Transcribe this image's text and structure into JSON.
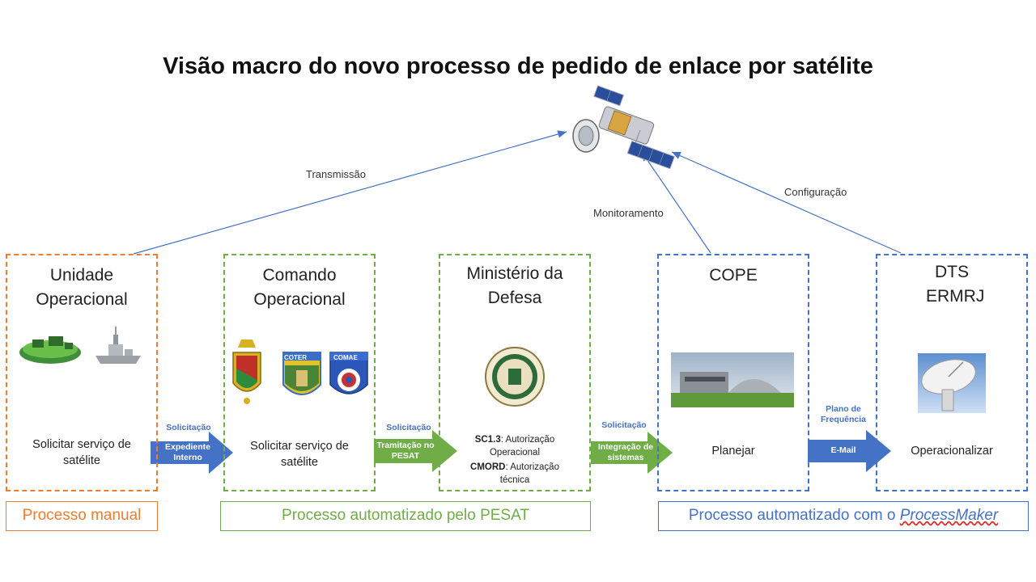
{
  "title": "Visão macro do novo processo de pedido de enlace por satélite",
  "links": {
    "transmissao": "Transmissão",
    "monitoramento": "Monitoramento",
    "configuracao": "Configuração"
  },
  "boxes": {
    "unidade": {
      "title": "Unidade Operacional",
      "text": "Solicitar serviço de satélite"
    },
    "comando": {
      "title": "Comando Operacional",
      "text": "Solicitar serviço de satélite",
      "emblem_labels": [
        "COTER",
        "COMAE"
      ]
    },
    "ministerio": {
      "title": "Ministério da Defesa",
      "sc13_bold": "SC1.3",
      "sc13_text": ": Autorização Operacional",
      "cmord_bold": "CMORD",
      "cmord_text": ": Autorização técnica"
    },
    "cope": {
      "title": "COPE",
      "text": "Planejar"
    },
    "dts": {
      "title": "DTS ERMRJ",
      "text": "Operacionalizar"
    }
  },
  "arrows": [
    {
      "label": "Solicitação",
      "text": "Expediente Interno",
      "color": "#4472c4"
    },
    {
      "label": "Solicitação",
      "text": "Tramitação no PESAT",
      "color": "#70ad47"
    },
    {
      "label": "Solicitação",
      "text": "Integração de sistemas",
      "color": "#70ad47"
    },
    {
      "label": "Plano de Frequência",
      "text": "E-Mail",
      "color": "#4472c4"
    }
  ],
  "bars": {
    "manual": "Processo manual",
    "pesat": "Processo automatizado pelo PESAT",
    "pm_prefix": "Processo automatizado com o ",
    "pm_name": "ProcessMaker"
  },
  "colors": {
    "orange": "#ed7d31",
    "green": "#70ad47",
    "blue": "#4472c4"
  }
}
